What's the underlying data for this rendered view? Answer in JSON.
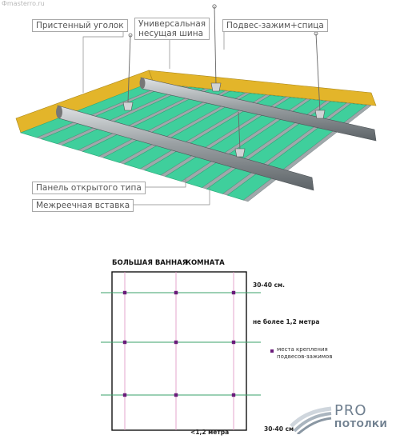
{
  "watermark": "Фmasterro.ru",
  "iso": {
    "labels": {
      "wall_angle": "Пристенный уголок",
      "carrier_line1": "Универсальная",
      "carrier_line2": "несущая шина",
      "hanger": "Подвес-зажим+спица",
      "panel": "Панель открытого типа",
      "insert": "Межреечная вставка"
    },
    "colors": {
      "panel": "#3fcf9c",
      "panel_dark": "#2aa877",
      "wall_angle": "#e3b52a",
      "rail": "#8e9396"
    }
  },
  "plan": {
    "title_left": "БОЛЬШАЯ ВАННАЯ",
    "title_right": "КОМНАТА",
    "note_30_40_top": "30-40 см.",
    "note_max": "не более 1,2 метра",
    "legend_line1": "места крепления",
    "legend_line2": "подвесов-зажимов",
    "note_lt": "<1,2 метра",
    "note_30_40_bottom": "30-40 см.",
    "colors": {
      "guide": "#e090c0",
      "rail": "#3aa06a",
      "point": "#6a1b7a"
    }
  },
  "logo": {
    "pro": "PRO",
    "sub": "ПОТОЛКИ"
  }
}
